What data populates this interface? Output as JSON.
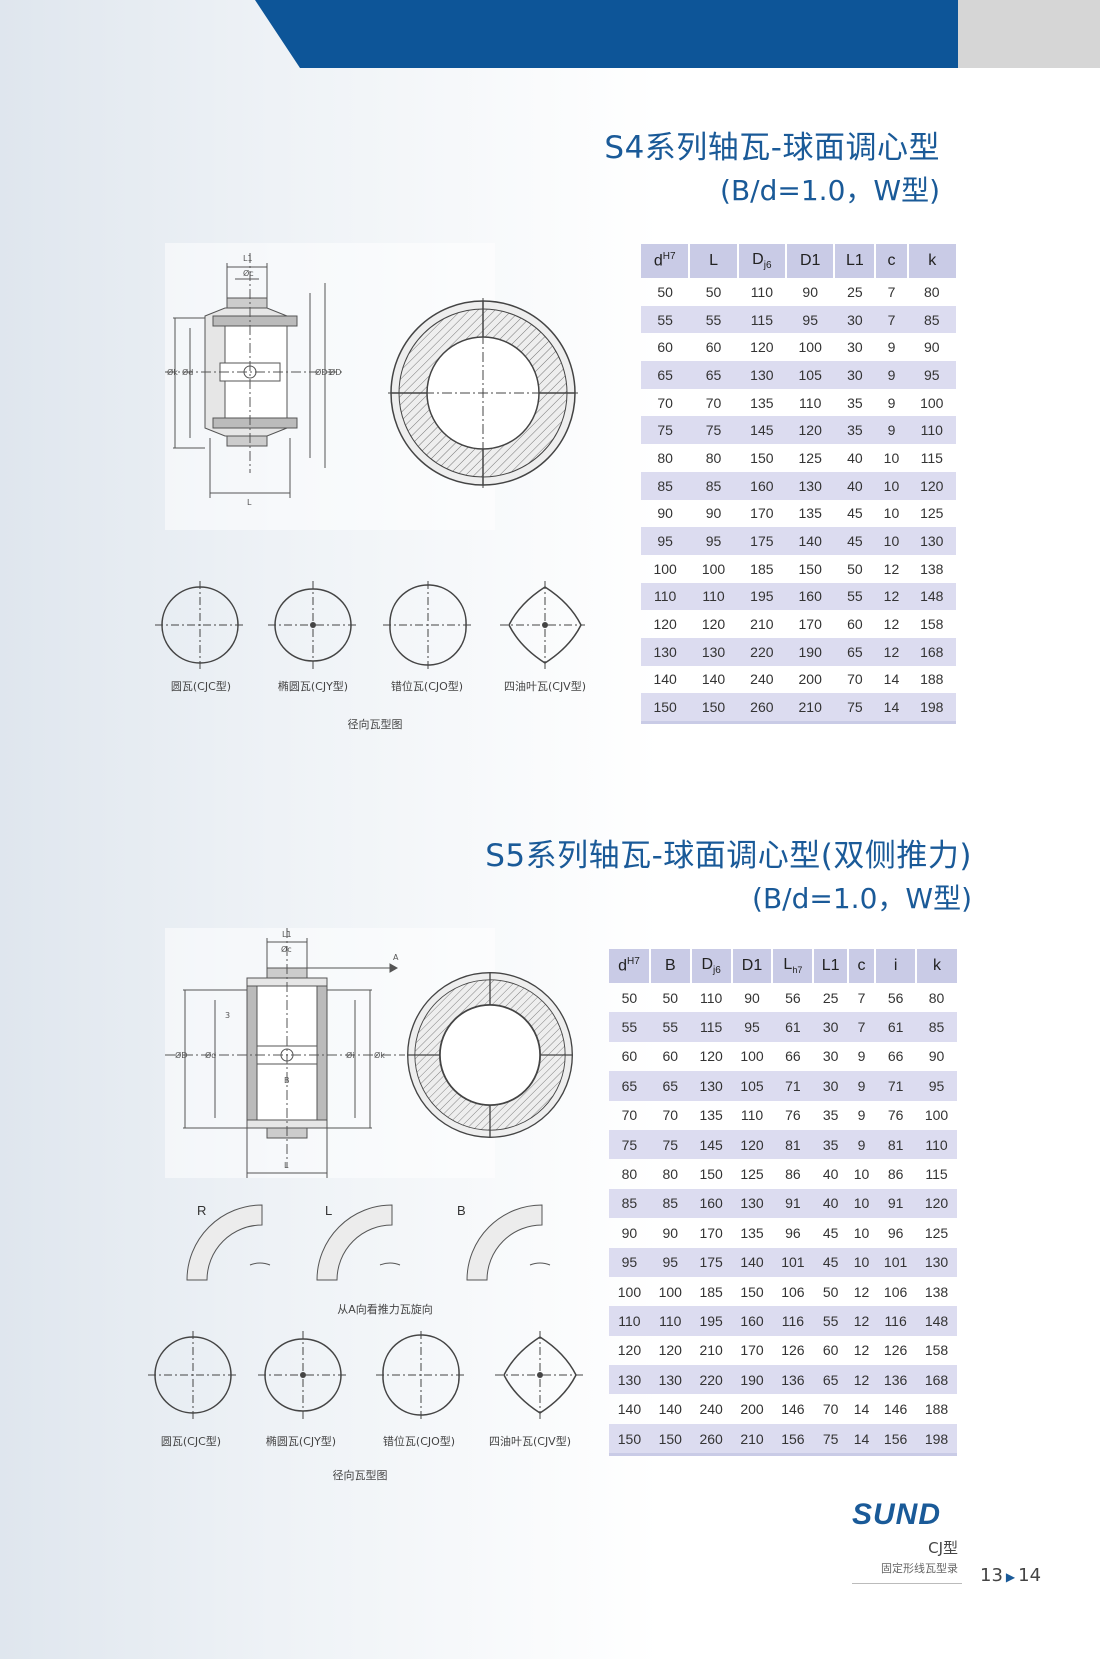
{
  "s4": {
    "title": "S4系列轴瓦-球面调心型",
    "subtitle": "(B/d=1.0，W型)",
    "headers": [
      "dH7",
      "L",
      "Dj6",
      "D1",
      "L1",
      "c",
      "k"
    ],
    "rows": [
      [
        "50",
        "50",
        "110",
        "90",
        "25",
        "7",
        "80"
      ],
      [
        "55",
        "55",
        "115",
        "95",
        "30",
        "7",
        "85"
      ],
      [
        "60",
        "60",
        "120",
        "100",
        "30",
        "9",
        "90"
      ],
      [
        "65",
        "65",
        "130",
        "105",
        "30",
        "9",
        "95"
      ],
      [
        "70",
        "70",
        "135",
        "110",
        "35",
        "9",
        "100"
      ],
      [
        "75",
        "75",
        "145",
        "120",
        "35",
        "9",
        "110"
      ],
      [
        "80",
        "80",
        "150",
        "125",
        "40",
        "10",
        "115"
      ],
      [
        "85",
        "85",
        "160",
        "130",
        "40",
        "10",
        "120"
      ],
      [
        "90",
        "90",
        "170",
        "135",
        "45",
        "10",
        "125"
      ],
      [
        "95",
        "95",
        "175",
        "140",
        "45",
        "10",
        "130"
      ],
      [
        "100",
        "100",
        "185",
        "150",
        "50",
        "12",
        "138"
      ],
      [
        "110",
        "110",
        "195",
        "160",
        "55",
        "12",
        "148"
      ],
      [
        "120",
        "120",
        "210",
        "170",
        "60",
        "12",
        "158"
      ],
      [
        "130",
        "130",
        "220",
        "190",
        "65",
        "12",
        "168"
      ],
      [
        "140",
        "140",
        "240",
        "200",
        "70",
        "14",
        "188"
      ],
      [
        "150",
        "150",
        "260",
        "210",
        "75",
        "14",
        "198"
      ]
    ],
    "types": [
      "圆瓦(CJC型)",
      "椭圆瓦(CJY型)",
      "错位瓦(CJO型)",
      "四油叶瓦(CJV型)"
    ],
    "types_caption": "径向瓦型图",
    "dim_labels": {
      "L1": "L1",
      "c": "Øc",
      "k": "Øk",
      "d": "Ød",
      "D1": "ØD1",
      "D": "ØD",
      "L": "L"
    }
  },
  "s5": {
    "title": "S5系列轴瓦-球面调心型(双侧推力)",
    "subtitle": "(B/d=1.0，W型)",
    "headers": [
      "dH7",
      "B",
      "Dj6",
      "D1",
      "Lh7",
      "L1",
      "c",
      "i",
      "k"
    ],
    "rows": [
      [
        "50",
        "50",
        "110",
        "90",
        "56",
        "25",
        "7",
        "56",
        "80"
      ],
      [
        "55",
        "55",
        "115",
        "95",
        "61",
        "30",
        "7",
        "61",
        "85"
      ],
      [
        "60",
        "60",
        "120",
        "100",
        "66",
        "30",
        "9",
        "66",
        "90"
      ],
      [
        "65",
        "65",
        "130",
        "105",
        "71",
        "30",
        "9",
        "71",
        "95"
      ],
      [
        "70",
        "70",
        "135",
        "110",
        "76",
        "35",
        "9",
        "76",
        "100"
      ],
      [
        "75",
        "75",
        "145",
        "120",
        "81",
        "35",
        "9",
        "81",
        "110"
      ],
      [
        "80",
        "80",
        "150",
        "125",
        "86",
        "40",
        "10",
        "86",
        "115"
      ],
      [
        "85",
        "85",
        "160",
        "130",
        "91",
        "40",
        "10",
        "91",
        "120"
      ],
      [
        "90",
        "90",
        "170",
        "135",
        "96",
        "45",
        "10",
        "96",
        "125"
      ],
      [
        "95",
        "95",
        "175",
        "140",
        "101",
        "45",
        "10",
        "101",
        "130"
      ],
      [
        "100",
        "100",
        "185",
        "150",
        "106",
        "50",
        "12",
        "106",
        "138"
      ],
      [
        "110",
        "110",
        "195",
        "160",
        "116",
        "55",
        "12",
        "116",
        "148"
      ],
      [
        "120",
        "120",
        "210",
        "170",
        "126",
        "60",
        "12",
        "126",
        "158"
      ],
      [
        "130",
        "130",
        "220",
        "190",
        "136",
        "65",
        "12",
        "136",
        "168"
      ],
      [
        "140",
        "140",
        "240",
        "200",
        "146",
        "70",
        "14",
        "146",
        "188"
      ],
      [
        "150",
        "150",
        "260",
        "210",
        "156",
        "75",
        "14",
        "156",
        "198"
      ]
    ],
    "thrust_labels": [
      "R",
      "L",
      "B"
    ],
    "thrust_caption": "从A向看推力瓦旋向",
    "arrow_label": "A",
    "types": [
      "圆瓦(CJC型)",
      "椭圆瓦(CJY型)",
      "错位瓦(CJO型)",
      "四油叶瓦(CJV型)"
    ],
    "types_caption": "径向瓦型图",
    "dim_labels": {
      "L1": "L1",
      "c": "Øc",
      "D": "ØD",
      "d": "Ød",
      "i": "Øi",
      "k": "Øk",
      "B": "B",
      "L": "L",
      "three": "3"
    }
  },
  "footer": {
    "brand": "SUND",
    "model": "CJ型",
    "catalog": "固定形线瓦型录",
    "page_left": "13",
    "page_right": "14"
  },
  "colors": {
    "brand_blue": "#0d5598",
    "header_purple": "#c9cbe6",
    "row_stripe": "#dcdcf0"
  }
}
